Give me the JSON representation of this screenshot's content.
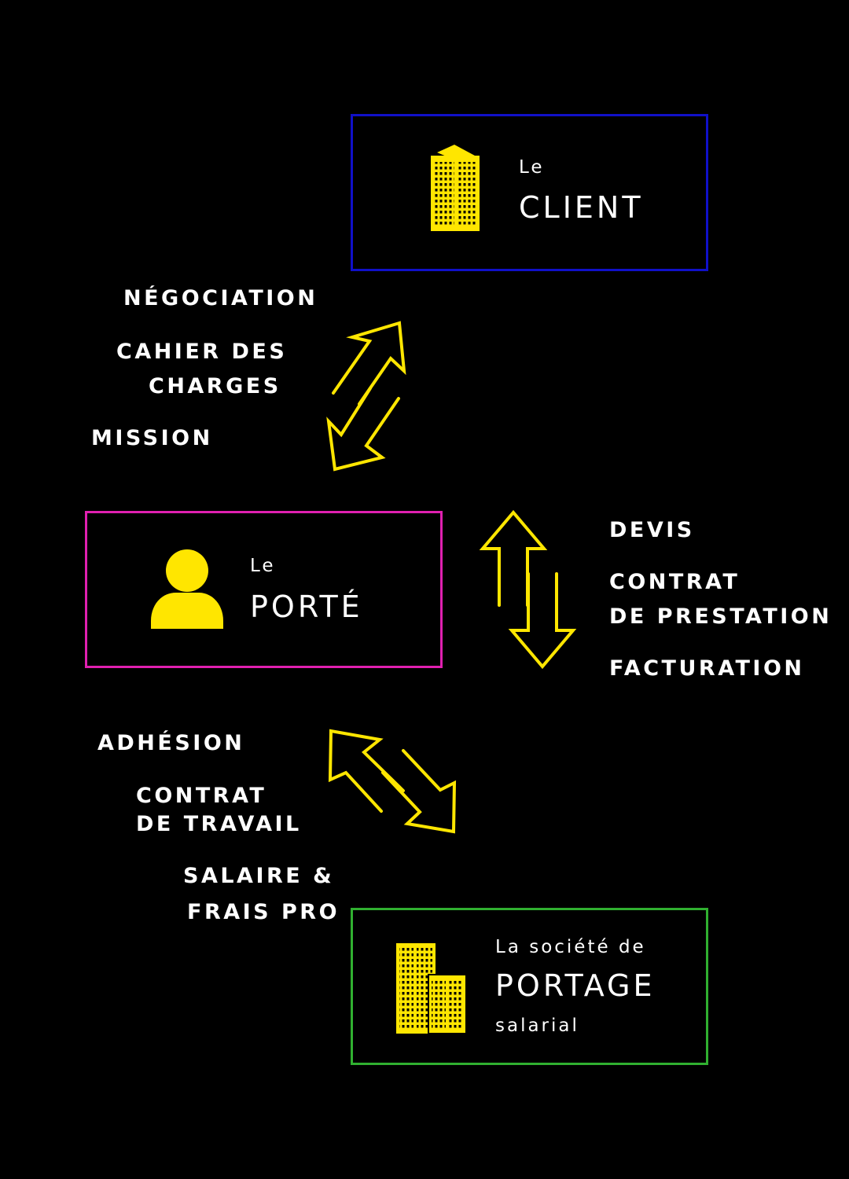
{
  "client": {
    "prefix": "Le",
    "title": "CLIENT",
    "border_color": "#1010c8",
    "icon": "skyscraper-icon"
  },
  "porte": {
    "prefix": "Le",
    "title": "PORTÉ",
    "border_color": "#e020b0",
    "icon": "person-icon"
  },
  "societe": {
    "prefix": "La société de",
    "title": "PORTAGE",
    "suffix": "salarial",
    "border_color": "#30b030",
    "icon": "office-buildings-icon"
  },
  "client_porte_labels": {
    "l1": "NÉGOCIATION",
    "l2a": "CAHIER DES",
    "l2b": "CHARGES",
    "l3": "MISSION"
  },
  "porte_societe_labels": {
    "l1": "ADHÉSION",
    "l2a": "CONTRAT",
    "l2b": "DE TRAVAIL",
    "l3a": "SALAIRE &",
    "l3b": "FRAIS PRO"
  },
  "right_labels": {
    "l1": "DEVIS",
    "l2a": "CONTRAT",
    "l2b": "DE PRESTATION",
    "l3": "FACTURATION"
  },
  "colors": {
    "accent": "#ffe600",
    "background": "#000000",
    "text": "#ffffff"
  }
}
